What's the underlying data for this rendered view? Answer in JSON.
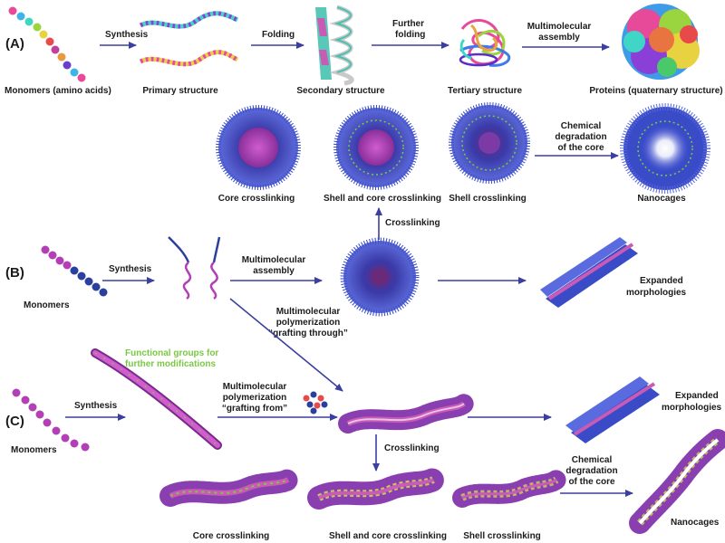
{
  "panels": {
    "a": "(A)",
    "b": "(B)",
    "c": "(C)"
  },
  "row_a": {
    "monomers": "Monomers (amino acids)",
    "synthesis": "Synthesis",
    "primary": "Primary structure",
    "folding": "Folding",
    "secondary": "Secondary structure",
    "further_folding_1": "Further",
    "further_folding_2": "folding",
    "tertiary": "Tertiary structure",
    "multimolecular_1": "Multimolecular",
    "multimolecular_2": "assembly",
    "proteins": "Proteins (quaternary structure)"
  },
  "row_b_top": {
    "core_crosslinking": "Core crosslinking",
    "shell_core_crosslinking": "Shell and core crosslinking",
    "shell_crosslinking": "Shell crosslinking",
    "chemical_1": "Chemical",
    "chemical_2": "degradation",
    "chemical_3": "of the core",
    "nanocages": "Nanocages",
    "crosslinking": "Crosslinking"
  },
  "row_b": {
    "monomers": "Monomers",
    "synthesis": "Synthesis",
    "multimolecular_1": "Multimolecular",
    "multimolecular_2": "assembly",
    "expanded_1": "Expanded",
    "expanded_2": "morphologies",
    "polymerization_1": "Multimolecular",
    "polymerization_2": "polymerization",
    "polymerization_3": "“grafting through”"
  },
  "row_c": {
    "functional_1": "Functional groups for",
    "functional_2": "further modifications",
    "monomers": "Monomers",
    "synthesis": "Synthesis",
    "polymerization_1": "Multimolecular",
    "polymerization_2": "polymerization",
    "polymerization_3": "“grafting from”",
    "expanded_1": "Expanded",
    "expanded_2": "morphologies",
    "crosslinking": "Crosslinking",
    "chemical_1": "Chemical",
    "chemical_2": "degradation",
    "chemical_3": "of the core",
    "core_crosslinking": "Core crosslinking",
    "shell_core_crosslinking": "Shell and core crosslinking",
    "shell_crosslinking": "Shell crosslinking",
    "nanocages": "Nanocages"
  },
  "colors": {
    "arrow": "#3b3f9f",
    "monomer_magenta": "#b23fb6",
    "monomer_blue": "#2b3f9e",
    "brush_blue": "#3a4bc8",
    "brush_purple": "#8a3fb0",
    "accent_green": "#7ac943"
  }
}
